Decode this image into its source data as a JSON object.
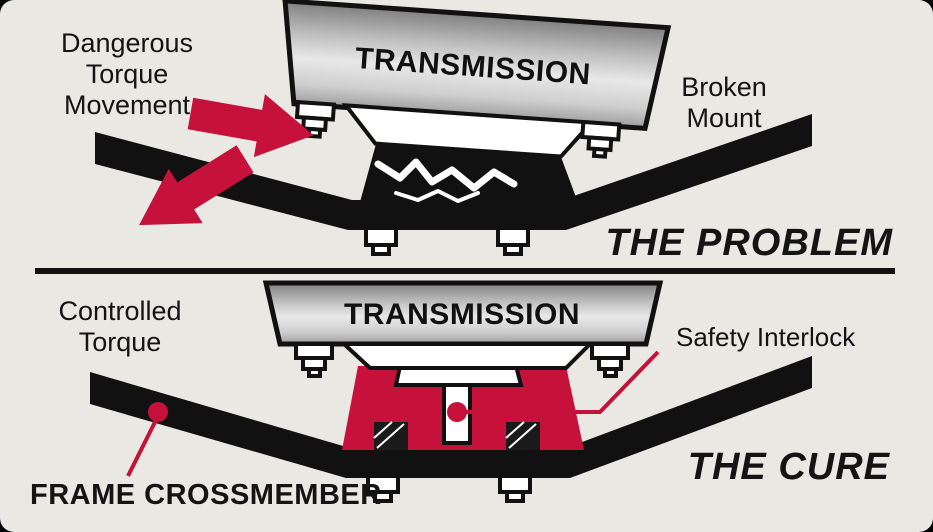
{
  "colors": {
    "accent_red": "#c6123a",
    "ink": "#141414",
    "background": "#e9e8e3"
  },
  "problem": {
    "torque_label": "Dangerous\nTorque\nMovement",
    "transmission_label": "TRANSMISSION",
    "broken_mount_label": "Broken\nMount",
    "title": "THE PROBLEM"
  },
  "cure": {
    "torque_label": "Controlled\nTorque",
    "transmission_label": "TRANSMISSION",
    "interlock_label": "Safety Interlock",
    "crossmember_label": "FRAME CROSSMEMBER",
    "title": "THE CURE"
  }
}
